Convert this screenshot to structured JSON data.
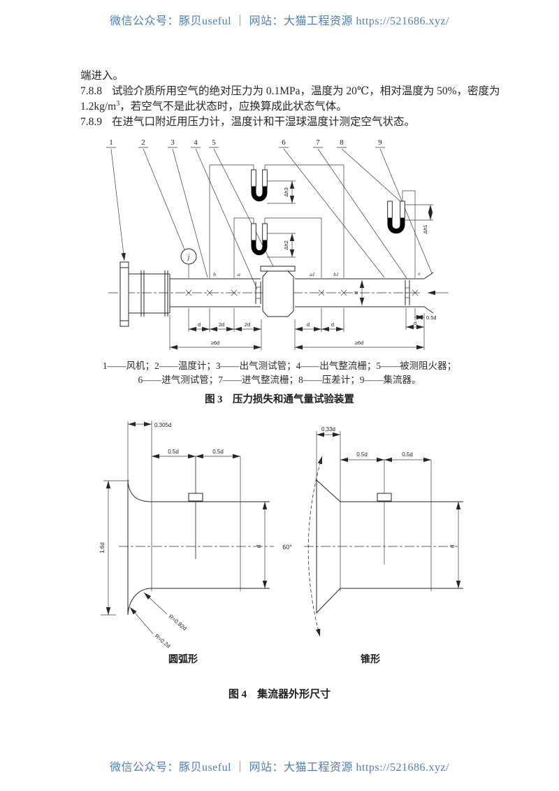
{
  "header": {
    "line": "微信公众号：豚贝useful ｜ 网站：大猫工程资源 https://521686.xyz/"
  },
  "footer": {
    "line": "微信公众号：豚贝useful ｜ 网站：大猫工程资源 https://521686.xyz/"
  },
  "colors": {
    "watermark_blue": "#4e7dbd",
    "ink": "#262626"
  },
  "body": {
    "para_tail": "端进入。",
    "clause788": {
      "num": "7.8.8",
      "line1": "试验介质所用空气的绝对压力为 0.1MPa，温度为 20℃，相对温度为 50%，密度为",
      "line2_pre": "1.2kg/m",
      "line2_sup": "3",
      "line2_post": "，若空气不是此状态时，应换算成此状态气体。"
    },
    "clause789": {
      "num": "7.8.9",
      "text": "在进气口附近用压力计，温度计和干湿球温度计测定空气状态。"
    }
  },
  "figure3": {
    "callouts": [
      "1",
      "2",
      "3",
      "4",
      "5",
      "6",
      "7",
      "8",
      "9"
    ],
    "gauge_letter": "j",
    "tap_labels": {
      "b": "b",
      "a": "a",
      "a1": "a1",
      "b1": "b1",
      "e": "e"
    },
    "manometer_labels": {
      "dh3": "Δh3",
      "dh2": "Δh2",
      "dh1": "Δh1"
    },
    "dim_labels": {
      "d": "d",
      "two_d": "2d",
      "ge_6d": "≥6d",
      "half_d": "0.5d"
    },
    "legend_line1": "1——风机；2——温度计；3——出气测试管；4——出气整流栅；5——被测阻火器；",
    "legend_line2": "6——进气测试管；7——进气整流栅；8——压差计；9——集流器。",
    "caption": "图 3　压力损失和通气量试验装置"
  },
  "figure4": {
    "arc": {
      "caption": "圆弧形",
      "dim_depth": "0.305d",
      "dim_half": "0.5d",
      "dim_mouth": "1.6d",
      "dim_d": "d",
      "radius_outer": "R=0.82d",
      "radius_lip": "R=0.2d"
    },
    "cone": {
      "caption": "锥形",
      "dim_depth": "0.33d",
      "dim_half": "0.5d",
      "dim_d": "d",
      "angle": "60°"
    },
    "caption": "图 4　集流器外形尺寸"
  }
}
